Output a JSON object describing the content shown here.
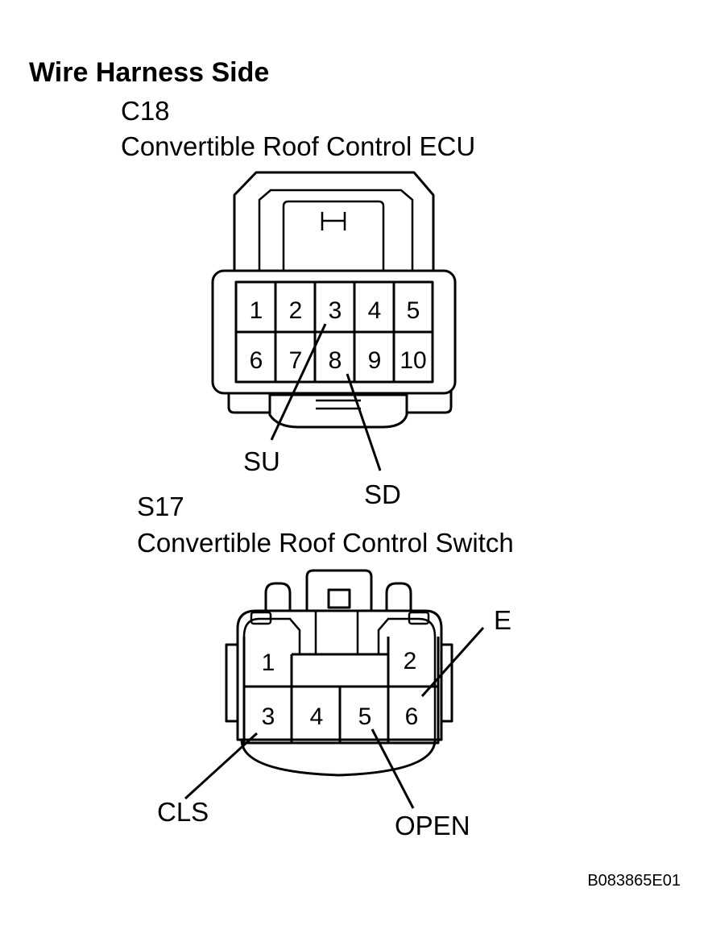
{
  "title": "Wire Harness Side",
  "connectors": [
    {
      "code": "C18",
      "name": "Convertible Roof Control ECU",
      "pins": [
        "1",
        "2",
        "3",
        "4",
        "5",
        "6",
        "7",
        "8",
        "9",
        "10"
      ],
      "terminals": [
        {
          "label": "SU",
          "pin": "3"
        },
        {
          "label": "SD",
          "pin": "8"
        }
      ]
    },
    {
      "code": "S17",
      "name": "Convertible Roof Control Switch",
      "pins": [
        "1",
        "2",
        "3",
        "4",
        "5",
        "6"
      ],
      "terminals": [
        {
          "label": "E",
          "pin": "6"
        },
        {
          "label": "CLS",
          "pin": "3"
        },
        {
          "label": "OPEN",
          "pin": "5"
        }
      ]
    }
  ],
  "figure_code": "B083865E01"
}
